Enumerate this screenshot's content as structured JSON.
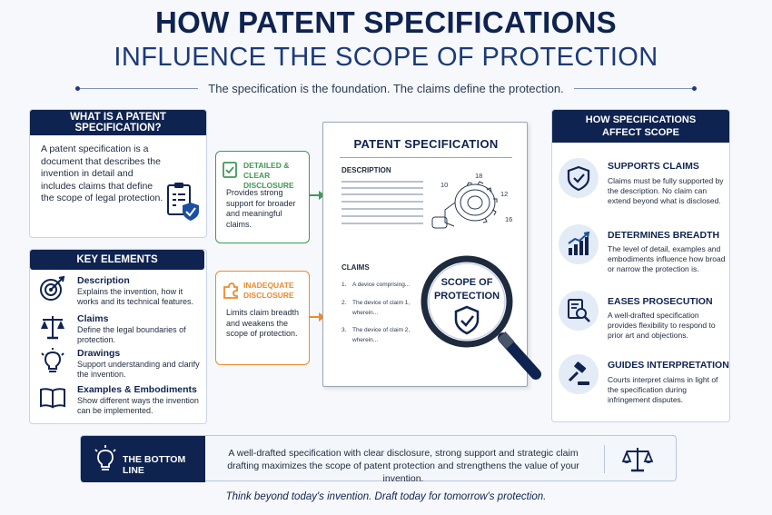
{
  "header": {
    "title_line1": "HOW PATENT SPECIFICATIONS",
    "title_line2": "INFLUENCE THE SCOPE OF PROTECTION",
    "subtitle": "The specification is the foundation. The claims define the protection."
  },
  "what_is": {
    "heading": "WHAT IS A PATENT SPECIFICATION?",
    "body": "A patent specification is a document that describes the invention in detail and includes claims that define the scope of legal protection.",
    "icon": "clipboard-shield-icon"
  },
  "key_elements": {
    "heading": "KEY ELEMENTS",
    "items": [
      {
        "title": "Description",
        "desc": "Explains the invention, how it works and its technical features.",
        "icon": "target-icon"
      },
      {
        "title": "Claims",
        "desc": "Define the legal boundaries of protection.",
        "icon": "scales-icon"
      },
      {
        "title": "Drawings",
        "desc": "Support understanding and clarify the invention.",
        "icon": "lightbulb-icon"
      },
      {
        "title": "Examples & Embodiments",
        "desc": "Show different ways the invention can be implemented.",
        "icon": "book-icon"
      }
    ]
  },
  "disclosure": {
    "good": {
      "title": "DETAILED & CLEAR DISCLOSURE",
      "desc": "Provides strong support for broader and meaningful claims.",
      "color": "#3f9a55"
    },
    "bad": {
      "title": "INADEQUATE DISCLOSURE",
      "desc": "Limits claim breadth and weakens the scope of protection.",
      "color": "#ec8a2c"
    }
  },
  "document": {
    "title": "PATENT SPECIFICATION",
    "description_label": "DESCRIPTION",
    "claims_label": "CLAIMS",
    "drawing_refs": [
      "18",
      "10",
      "12",
      "16"
    ],
    "claims": [
      {
        "num": "1.",
        "text": "A device comprising..."
      },
      {
        "num": "2.",
        "text": "The device of claim 1,",
        "text2": "wherein..."
      },
      {
        "num": "3.",
        "text": "The device of claim 2,",
        "text2": "wherein..."
      }
    ],
    "magnifier_text": "SCOPE OF PROTECTION",
    "magnifier_line1": "SCOPE OF",
    "magnifier_line2": "PROTECTION"
  },
  "affect_scope": {
    "heading_line1": "HOW SPECIFICATIONS",
    "heading_line2": "AFFECT SCOPE",
    "items": [
      {
        "title": "SUPPORTS CLAIMS",
        "desc": "Claims must be fully supported by the description. No claim can extend beyond what is disclosed.",
        "icon": "shield-check-icon"
      },
      {
        "title": "DETERMINES BREADTH",
        "desc": "The level of detail, examples and embodiments influence how broad or narrow the protection is.",
        "icon": "bar-chart-icon"
      },
      {
        "title": "EASES PROSECUTION",
        "desc": "A well-drafted specification provides flexibility to respond to prior art and objections.",
        "icon": "document-search-icon"
      },
      {
        "title": "GUIDES INTERPRETATION",
        "desc": "Courts interpret claims in light of the specification during infringement disputes.",
        "icon": "gavel-icon"
      }
    ]
  },
  "bottom_line": {
    "label": "THE BOTTOM LINE",
    "text": "A well-drafted specification with clear disclosure, strong support and strategic claim drafting maximizes the scope of patent protection and strengthens the value of your invention."
  },
  "tagline": "Think beyond today's invention. Draft today for tomorrow's protection.",
  "colors": {
    "navy": "#0f2350",
    "green": "#3f9a55",
    "orange": "#ec8a2c"
  }
}
